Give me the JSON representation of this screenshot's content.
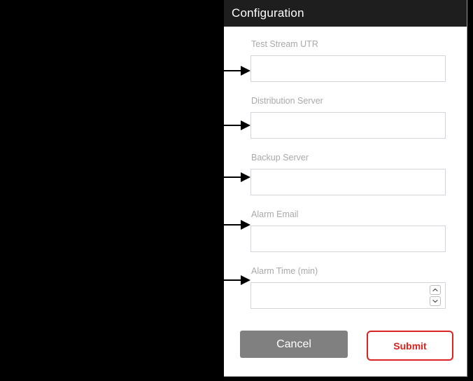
{
  "dialog": {
    "title": "Configuration",
    "fields": [
      {
        "label": "Test Stream UTR",
        "value": "",
        "placeholder": "",
        "type": "text",
        "name": "test-stream-utr"
      },
      {
        "label": "Distribution Server",
        "value": "",
        "placeholder": "",
        "type": "text",
        "name": "distribution-server"
      },
      {
        "label": "Backup Server",
        "value": "",
        "placeholder": "",
        "type": "text",
        "name": "backup-server"
      },
      {
        "label": "Alarm Email",
        "value": "",
        "placeholder": "",
        "type": "text",
        "name": "alarm-email"
      },
      {
        "label": "Alarm Time (min)",
        "value": "",
        "placeholder": "",
        "type": "number",
        "name": "alarm-time"
      }
    ],
    "buttons": {
      "cancel_label": "Cancel",
      "submit_label": "Submit"
    }
  },
  "annotations": {
    "arrow_count": 5,
    "arrow_color": "#000000",
    "description": "black arrows pointing at each input field"
  },
  "colors": {
    "header_background": "#1e1e1e",
    "header_text": "#ffffff",
    "backdrop": "#000000",
    "panel_background": "#ffffff",
    "label_text": "#a9a9a9",
    "input_border": "#d2d6da",
    "cancel_background": "#808080",
    "cancel_text": "#ffffff",
    "submit_accent": "#d8241f"
  }
}
